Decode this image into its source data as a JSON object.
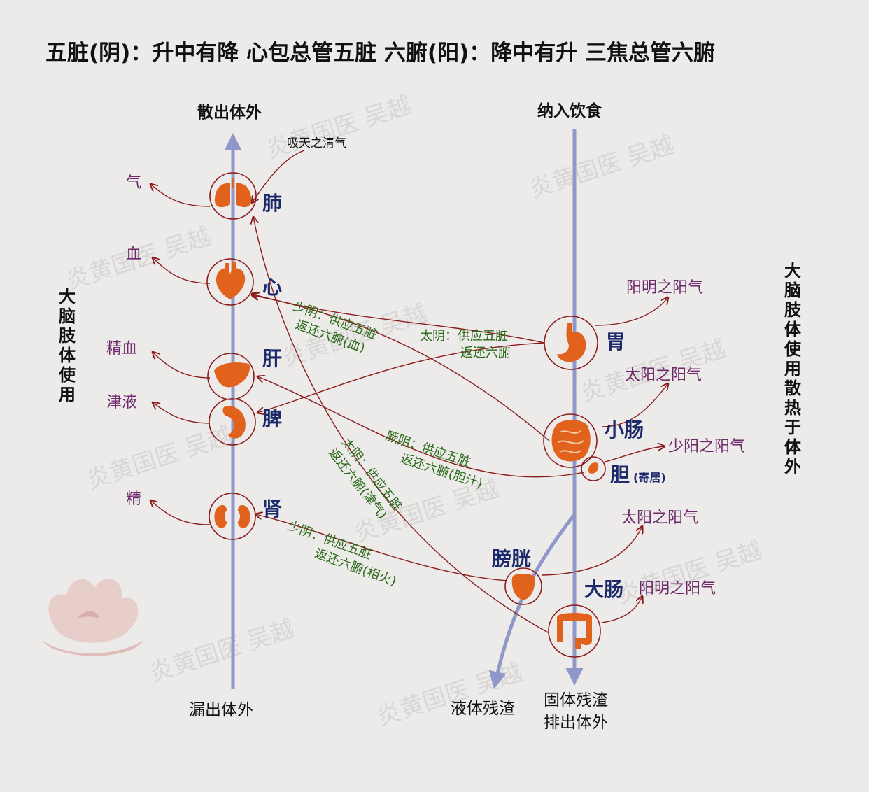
{
  "title": "五脏(阴)：升中有降 心包总管五脏    六腑(阳)：降中有升 三焦总管六腑",
  "watermark": "炎黄国医 吴越",
  "colors": {
    "background": "#ecebe9",
    "axis": "#8f98c8",
    "organ": "#e0621d",
    "curve": "#8b1b1b",
    "organ_label": "#1c2a6b",
    "output_label": "#6e2a6a",
    "channel_label": "#2a6a1a"
  },
  "flows": {
    "left_top": "散出体外",
    "left_bottom": "漏出体外",
    "right_top": "纳入饮食",
    "liquid": "液体残渣",
    "solid_line1": "固体残渣",
    "solid_line2": "排出体外",
    "intake_note": "吸天之清气"
  },
  "side_labels": {
    "left": "大脑肢体使用",
    "right": "大脑肢体使用散热于体外"
  },
  "zang": [
    {
      "name": "肺",
      "output": "气",
      "icon": "lungs-icon"
    },
    {
      "name": "心",
      "output": "血",
      "icon": "heart-icon"
    },
    {
      "name": "肝",
      "output": "精血",
      "icon": "liver-icon"
    },
    {
      "name": "脾",
      "output": "津液",
      "icon": "spleen-icon"
    },
    {
      "name": "肾",
      "output": "精",
      "icon": "kidneys-icon"
    }
  ],
  "fu": [
    {
      "name": "胃",
      "output": "阳明之阳气",
      "icon": "stomach-icon"
    },
    {
      "name": "小肠",
      "output": "太阳之阳气",
      "icon": "small-intestine-icon"
    },
    {
      "name": "胆",
      "note": "(寄居)",
      "output": "少阳之阳气",
      "icon": "gallbladder-icon"
    },
    {
      "name": "膀胱",
      "output": "太阳之阳气",
      "icon": "bladder-icon"
    },
    {
      "name": "大肠",
      "output": "阳明之阳气",
      "icon": "large-intestine-icon"
    }
  ],
  "channels": [
    {
      "line1": "少阴：供应五脏",
      "line2": "返还六腑(血)"
    },
    {
      "line1": "太阴：供应五脏",
      "line2": "返还六腑"
    },
    {
      "line1": "厥阴：供应五脏",
      "line2": "返还六腑(胆汁)"
    },
    {
      "line1": "太阴：供应五脏",
      "line2": "返还六腑(津气)"
    },
    {
      "line1": "少阴：供应五脏",
      "line2": "返还六腑(相火)"
    }
  ]
}
